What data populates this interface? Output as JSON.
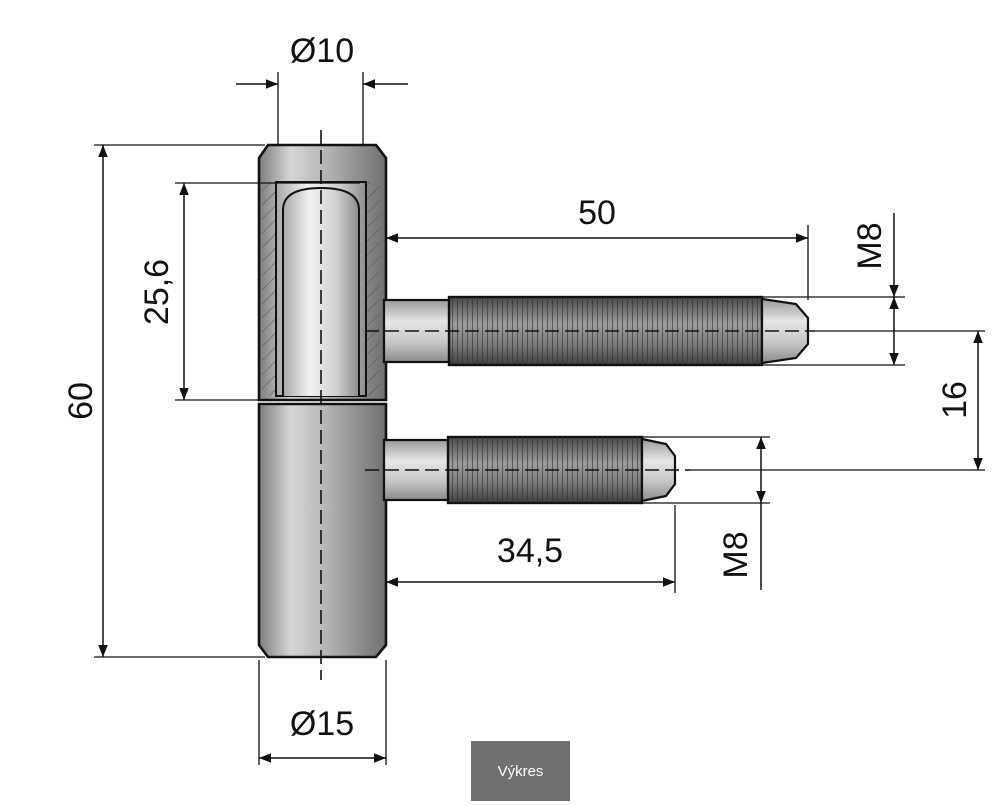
{
  "drawing": {
    "dimensions": {
      "pin_diameter": "Ø10",
      "body_diameter": "Ø15",
      "total_height": "60",
      "sleeve_height": "25,6",
      "upper_pin_length": "50",
      "lower_pin_length": "34,5",
      "pin_spacing": "16",
      "upper_thread": "M8",
      "lower_thread": "M8"
    }
  },
  "tab": {
    "label": "Výkres"
  }
}
